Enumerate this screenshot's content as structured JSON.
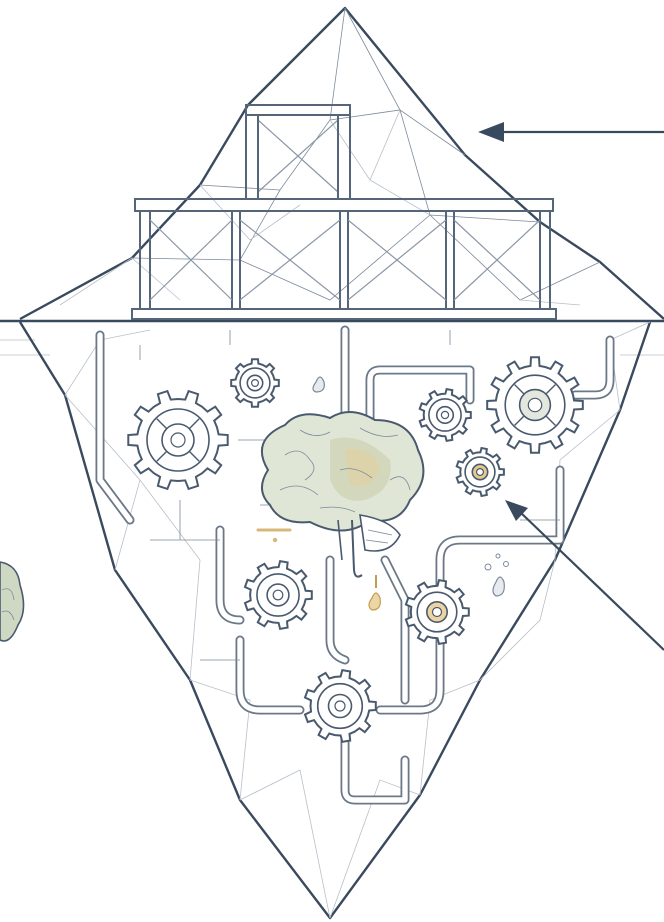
{
  "diagram": {
    "subject": "",
    "colors": {
      "outline": "#3a4a5e",
      "pipe": "#6b7888",
      "brain_fill": "#cfd8c2",
      "accent_gold": "#d9b77a",
      "leaf_green": "#c9d3b8"
    },
    "gears": [
      {
        "name": "gear-large-left"
      },
      {
        "name": "gear-small-top"
      },
      {
        "name": "gear-large-right"
      },
      {
        "name": "gear-mid-right"
      },
      {
        "name": "gear-gold-small"
      },
      {
        "name": "gear-mid-left"
      },
      {
        "name": "gear-gold-right"
      },
      {
        "name": "gear-bottom"
      }
    ],
    "icons": [
      "brain-icon",
      "gear-icon",
      "water-drop-icon",
      "arrow-icon",
      "scaffold-icon"
    ]
  }
}
